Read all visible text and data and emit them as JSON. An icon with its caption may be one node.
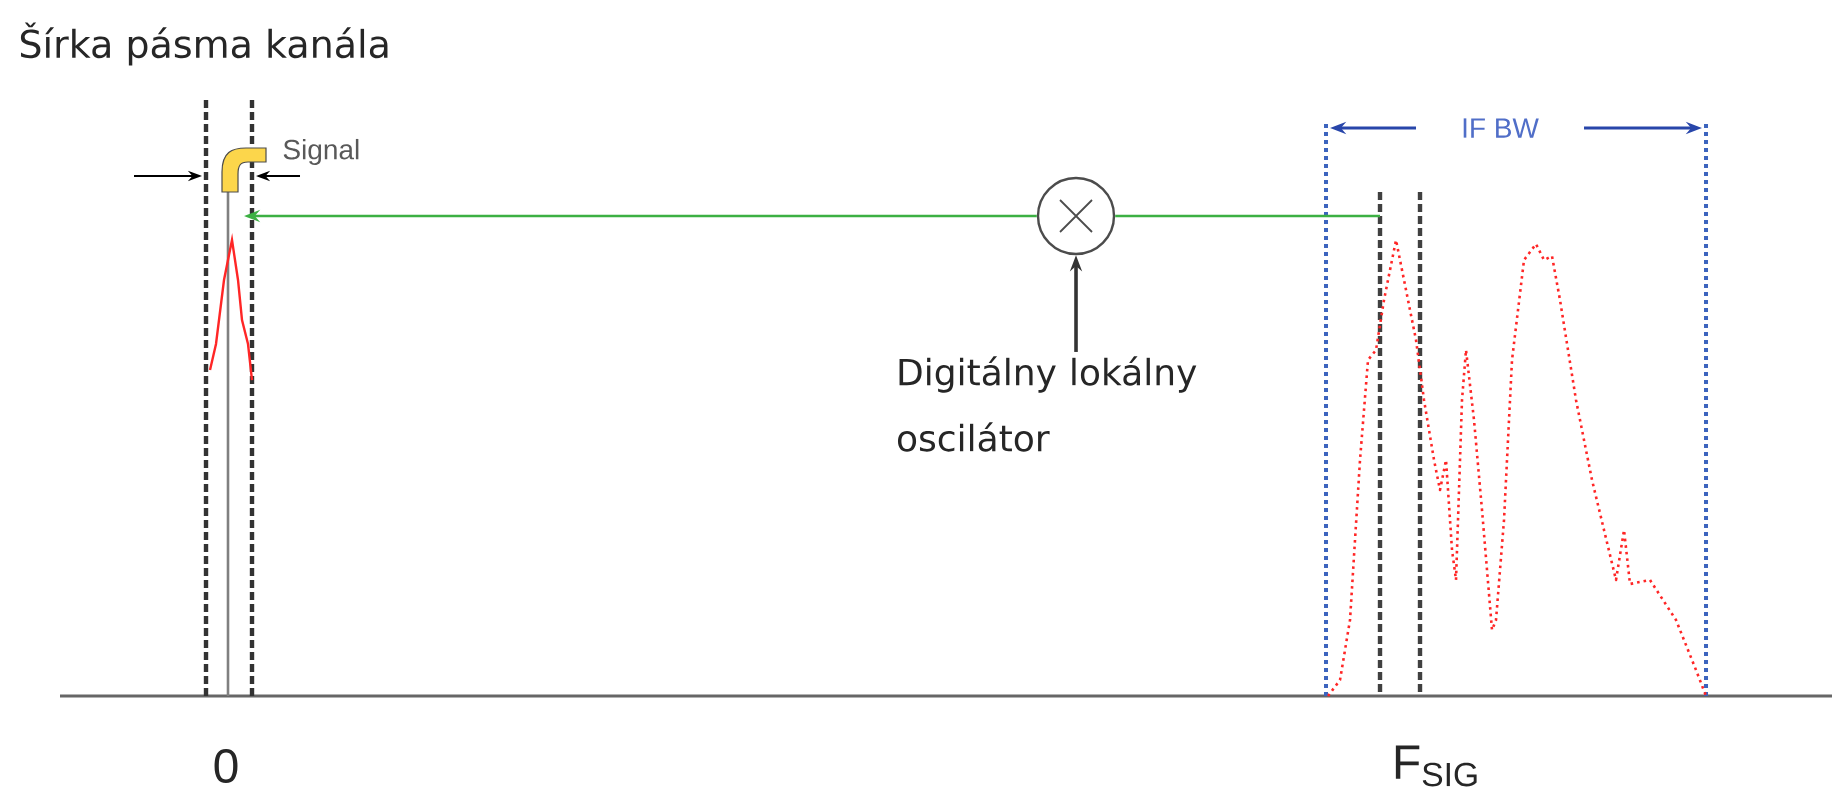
{
  "diagram": {
    "nodes": [
      {
        "text": [],
        "shape": "circle"
      },
      {
        "text": [
          "Digitálny lokálny oscilátor"
        ]
      }
    ],
    "edges": [
      {
        "from": 0,
        "to": null,
        "arrow": "to",
        "color": "#3cb043"
      },
      {
        "from": null,
        "to": 0,
        "arrow": "none",
        "color": "#3cb043"
      },
      {
        "from": 1,
        "to": 0,
        "arrow": "to",
        "color": "#333333"
      }
    ],
    "labels": [
      "Šírka pásma kanála",
      "Signal",
      "IF BW",
      "0",
      "F$_{SIG}$"
    ]
  }
}
